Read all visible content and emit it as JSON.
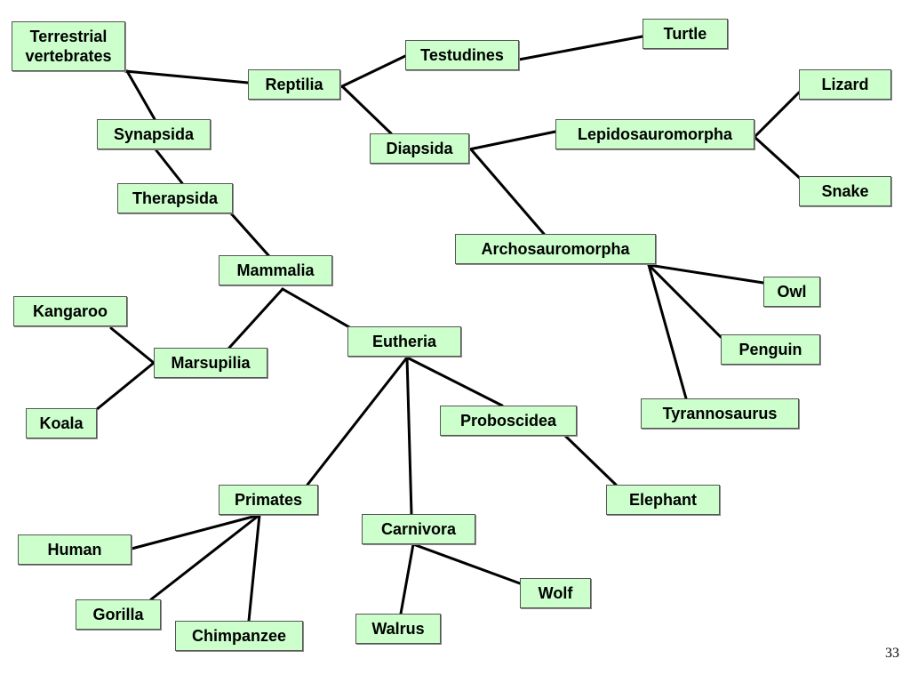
{
  "diagram": {
    "nodes": {
      "terrestrial_vertebrates": "Terrestrial\nvertebrates",
      "reptilia": "Reptilia",
      "testudines": "Testudines",
      "turtle": "Turtle",
      "diapsida": "Diapsida",
      "lepidosauromorpha": "Lepidosauromorpha",
      "lizard": "Lizard",
      "snake": "Snake",
      "archosauromorpha": "Archosauromorpha",
      "owl": "Owl",
      "penguin": "Penguin",
      "tyrannosaurus": "Tyrannosaurus",
      "synapsida": "Synapsida",
      "therapsida": "Therapsida",
      "mammalia": "Mammalia",
      "marsupilia": "Marsupilia",
      "kangaroo": "Kangaroo",
      "koala": "Koala",
      "eutheria": "Eutheria",
      "proboscidea": "Proboscidea",
      "elephant": "Elephant",
      "primates": "Primates",
      "human": "Human",
      "gorilla": "Gorilla",
      "chimpanzee": "Chimpanzee",
      "carnivora": "Carnivora",
      "wolf": "Wolf",
      "walrus": "Walrus"
    },
    "edges": [
      [
        "terrestrial_vertebrates",
        "reptilia"
      ],
      [
        "terrestrial_vertebrates",
        "synapsida"
      ],
      [
        "reptilia",
        "testudines"
      ],
      [
        "reptilia",
        "diapsida"
      ],
      [
        "testudines",
        "turtle"
      ],
      [
        "diapsida",
        "lepidosauromorpha"
      ],
      [
        "diapsida",
        "archosauromorpha"
      ],
      [
        "lepidosauromorpha",
        "lizard"
      ],
      [
        "lepidosauromorpha",
        "snake"
      ],
      [
        "archosauromorpha",
        "owl"
      ],
      [
        "archosauromorpha",
        "penguin"
      ],
      [
        "archosauromorpha",
        "tyrannosaurus"
      ],
      [
        "synapsida",
        "therapsida"
      ],
      [
        "therapsida",
        "mammalia"
      ],
      [
        "mammalia",
        "marsupilia"
      ],
      [
        "mammalia",
        "eutheria"
      ],
      [
        "marsupilia",
        "kangaroo"
      ],
      [
        "marsupilia",
        "koala"
      ],
      [
        "eutheria",
        "primates"
      ],
      [
        "eutheria",
        "carnivora"
      ],
      [
        "eutheria",
        "proboscidea"
      ],
      [
        "proboscidea",
        "elephant"
      ],
      [
        "primates",
        "human"
      ],
      [
        "primates",
        "gorilla"
      ],
      [
        "primates",
        "chimpanzee"
      ],
      [
        "carnivora",
        "wolf"
      ],
      [
        "carnivora",
        "walrus"
      ]
    ]
  },
  "colors": {
    "node_fill": "#ccffcc",
    "node_border": "#555555",
    "edge": "#000000"
  },
  "slide": {
    "page_number": "33"
  }
}
